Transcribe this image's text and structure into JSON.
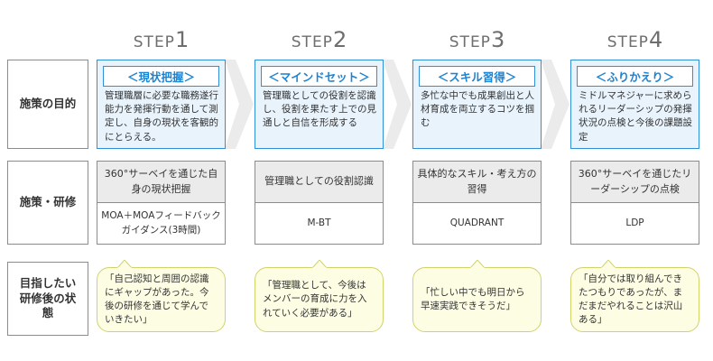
{
  "steps": [
    {
      "step_word": "STEP",
      "step_number": "1",
      "purpose_title": "＜現状把握＞",
      "purpose_body": "管理職層に必要な職務遂行能力を発揮行動を通して測定し、自身の現状を客観的にとらえる。",
      "measure_top": "360°サーベイを通じた自身の現状把握",
      "measure_bottom": "MOA＋MOAフィードバックガイダンス(3時間)",
      "goal": "「自己認知と周囲の認識にギャップがあった。今後の研修を通じて学んでいきたい」"
    },
    {
      "step_word": "STEP",
      "step_number": "2",
      "purpose_title": "＜マインドセット＞",
      "purpose_body": "管理職としての役割を認識し、役割を果たす上での見通しと自信を形成する",
      "measure_top": "管理職としての役割認識",
      "measure_bottom": "M-BT",
      "goal": "「管理職として、今後はメンバーの育成に力を入れていく必要がある」"
    },
    {
      "step_word": "STEP",
      "step_number": "3",
      "purpose_title": "＜スキル習得＞",
      "purpose_body": "多忙な中でも成果創出と人材育成を両立するコツを掴む",
      "measure_top": "具体的なスキル・考え方の習得",
      "measure_bottom": "QUADRANT",
      "goal": "「忙しい中でも明日から早速実践できそうだ」"
    },
    {
      "step_word": "STEP",
      "step_number": "4",
      "purpose_title": "＜ふりかえり＞",
      "purpose_body": "ミドルマネジャーに求められるリーダーシップの発揮状況の点検と今後の課題設定",
      "measure_top": "360°サーベイを通じたリーダーシップの点検",
      "measure_bottom": "LDP",
      "goal": "「自分では取り組んできたつもりであったが、まだまだやれることは沢山ある」"
    }
  ],
  "row_labels": {
    "purpose": "施策の目的",
    "measures": "施策・研修",
    "goal": "目指したい研修後の状態"
  },
  "colors": {
    "accent_blue": "#2f8fd8",
    "purpose_bg": "#e8f3fc",
    "measure_top_bg": "#ebebeb",
    "bubble_bg": "#fdfde4",
    "bubble_border": "#cfd36b",
    "arrow_gray": "#ebebeb"
  }
}
